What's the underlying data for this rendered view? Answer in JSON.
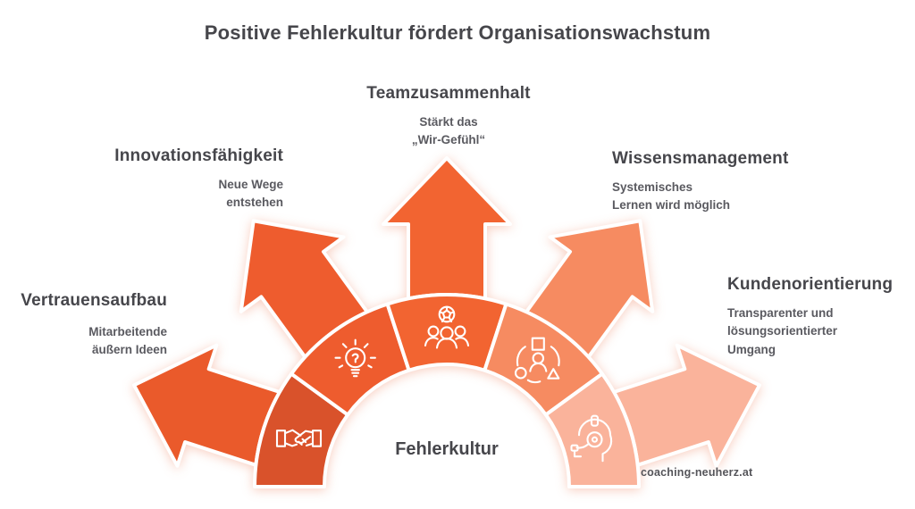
{
  "title": "Positive Fehlerkultur fördert Organisationswachstum",
  "center_label": "Fehlerkultur",
  "watermark": "coaching-neuherz.at",
  "colors": {
    "background": "#ffffff",
    "heading_text": "#46464b",
    "body_text": "#5a5a60",
    "separator": "#ffffff",
    "icon_stroke": "#ffffff"
  },
  "segments": [
    {
      "id": "vertrauensaufbau",
      "heading": "Vertrauensaufbau",
      "description": "Mitarbeitende\näußern Ideen",
      "icon": "handshake-icon",
      "wedge_color": "#d9522b",
      "arrow_color": "#ea5a2b"
    },
    {
      "id": "innovationsfaehigkeit",
      "heading": "Innovationsfähigkeit",
      "description": "Neue Wege\nentstehen",
      "icon": "lightbulb-icon",
      "wedge_color": "#ee5c2e",
      "arrow_color": "#ee5c2e"
    },
    {
      "id": "teamzusammenhalt",
      "heading": "Teamzusammenhalt",
      "description": "Stärkt das\n„Wir-Gefühl“",
      "icon": "team-icon",
      "wedge_color": "#f26431",
      "arrow_color": "#f26431"
    },
    {
      "id": "wissensmanagement",
      "heading": "Wissensmanagement",
      "description": "Systemisches\nLernen wird möglich",
      "icon": "knowledge-icon",
      "wedge_color": "#f68b61",
      "arrow_color": "#f68b61"
    },
    {
      "id": "kundenorientierung",
      "heading": "Kundenorientierung",
      "description": "Transparenter und\nlösungsorientierter\nUmgang",
      "icon": "headset-icon",
      "wedge_color": "#fab39b",
      "arrow_color": "#fab39b"
    }
  ]
}
